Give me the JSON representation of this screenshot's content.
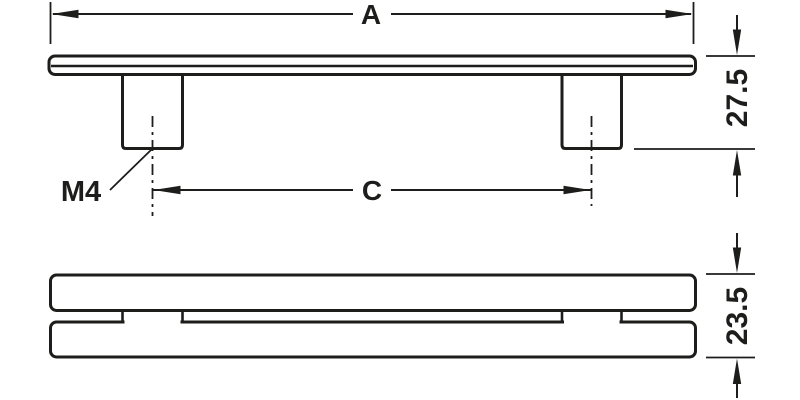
{
  "drawing": {
    "description": "Technical dimension drawing of a bar handle with two mounting posts, side view (top) and plan view (bottom)",
    "labels": {
      "overall_length": "A",
      "hole_centers": "C",
      "thread_size": "M4",
      "overall_height": "27.5",
      "bar_depth": "23.5"
    },
    "colors": {
      "line": "#1d1d1b",
      "background": "#ffffff"
    }
  }
}
